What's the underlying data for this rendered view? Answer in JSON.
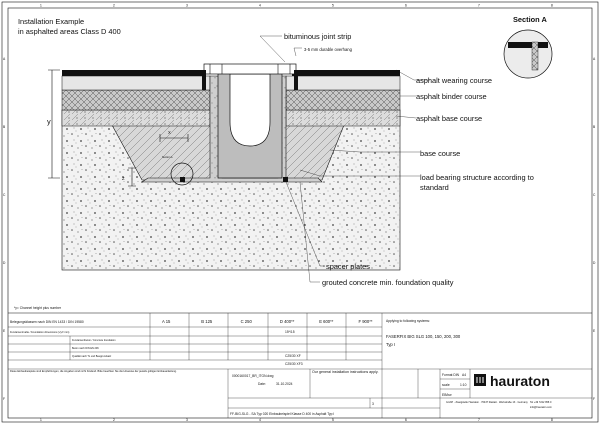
{
  "drawing": {
    "title_line1": "Installation Example",
    "title_line2": "in asphalted areas Class D 400",
    "section_title": "Section A",
    "footnote": "*y= Channel height plus number"
  },
  "frame": {
    "rows": [
      "A",
      "B",
      "C",
      "D",
      "E",
      "F"
    ],
    "cols": [
      "1",
      "2",
      "3",
      "4",
      "5",
      "6",
      "7",
      "8"
    ]
  },
  "labels": {
    "joint_strip": "bituminous joint strip",
    "overhang": "3-5 mm durable overhang",
    "wearing": "asphalt wearing course",
    "binder": "asphalt binder course",
    "base_asphalt": "asphalt base course",
    "base_course": "base course",
    "load_bearing_1": "load bearing structure according to",
    "load_bearing_2": "standard",
    "spacer": "spacer plates",
    "grouted": "grouted concrete min. foundation quality",
    "dim_y": "y",
    "dim_x": "X",
    "dim_z": "Z",
    "section_a_marker": "Section A"
  },
  "title_block": {
    "class_header": "Belegungsklassen nach DIN EN 1433 / DIN 19580",
    "classes": [
      "A 15",
      "B 125",
      "C 250",
      "D 400**",
      "E 600**",
      "F 900**"
    ],
    "row_foundation": "Fundamentmaße / Foundation dimensions (x/y/z mm)",
    "row_foundation_value": "15*/15",
    "row_concrete_1": "Fundamentbeton / Concrete foundation",
    "row_concrete_1_value": "C25/30 XF",
    "row_concrete_2": "Beton nach DIN EN 206",
    "row_concrete_2_value": "C25/30 XF3",
    "row_quality": "Qualität nach TL und Baugrundsatz",
    "disclaimer": "Diese Einbaubeispiele sind Empfehlungen, die Angaben sind nicht bindend. Bitte beachten Sie die Hinweise der jeweils gültigen Einbauanleitung.",
    "applying_label": "Applying to following systems:",
    "system_name": "FASERFIX BIG SLG  100, 150, 200, 300",
    "system_type": "Typ I",
    "drawing_no": "0000160017_BR_ITGN.dwg",
    "date_label": "Date:",
    "date": "31.10.2024",
    "instructions": "Our general installation instructions apply.",
    "format_label": "Format DIN",
    "format_value": "A4",
    "scale_label": "scale",
    "scale_value": "1:10",
    "drawn_by": "EB/bw",
    "file_name": "FF-BIG-SLG - SA Typ 020 Einbaubeispiel Klasse D 400 in Asphalt Typ I",
    "sheet": "3",
    "company": "hauraton",
    "address": "GmbH - Zweigstelle Hauraton · 76437 Rastatt · Werkstraße 13 · Germany",
    "tel": "Tel +49 7222 958 0",
    "mail": "info@hauraton.com"
  }
}
